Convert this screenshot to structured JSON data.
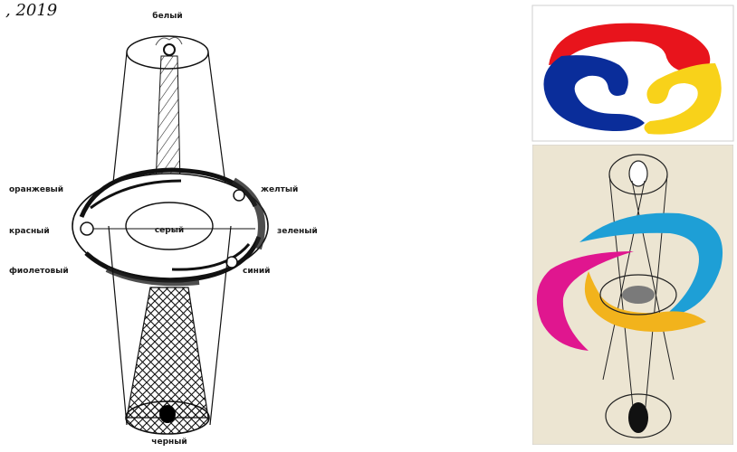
{
  "caption": ", 2019",
  "left_diagram": {
    "label_top": "белый",
    "label_bottom": "черный",
    "label_center": "серый",
    "label_orange": "оранжевый",
    "label_yellow": "желтый",
    "label_red": "красный",
    "label_green": "зеленый",
    "label_violet": "фиолетовый",
    "label_blue": "синий"
  },
  "right_top_logo": {
    "colors": {
      "red": "#e8141c",
      "blue": "#0a2d9a",
      "yellow": "#f8d21a"
    }
  },
  "right_bottom_diagram": {
    "background": "#ece5d2",
    "colors": {
      "cyan": "#1e9fd6",
      "magenta": "#e0168f",
      "yellow": "#f2b31c",
      "gray": "#7a7a7a",
      "black": "#111111"
    }
  }
}
